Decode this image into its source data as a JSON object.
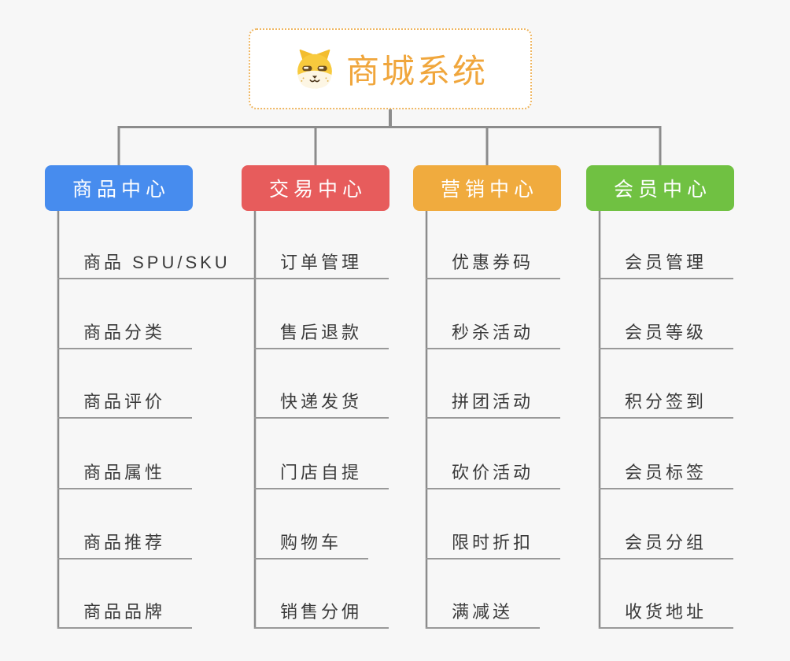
{
  "root": {
    "title": "商城系统",
    "icon": "dog-face-icon"
  },
  "branches": [
    {
      "label": "商品中心",
      "color": "#478cee",
      "children": [
        "商品 SPU/SKU",
        "商品分类",
        "商品评价",
        "商品属性",
        "商品推荐",
        "商品品牌"
      ]
    },
    {
      "label": "交易中心",
      "color": "#e75c5c",
      "children": [
        "订单管理",
        "售后退款",
        "快递发货",
        "门店自提",
        "购物车",
        "销售分佣"
      ]
    },
    {
      "label": "营销中心",
      "color": "#f0ab3e",
      "children": [
        "优惠券码",
        "秒杀活动",
        "拼团活动",
        "砍价活动",
        "限时折扣",
        "满减送"
      ]
    },
    {
      "label": "会员中心",
      "color": "#70c142",
      "children": [
        "会员管理",
        "会员等级",
        "积分签到",
        "会员标签",
        "会员分组",
        "收货地址"
      ]
    }
  ],
  "colors": {
    "background": "#f7f7f7",
    "root_background": "#ffffff",
    "root_border": "#efb763",
    "root_text": "#f0a63c",
    "branch_text": "#ffffff",
    "connector": "#8c8c8c",
    "leaf_line": "#999999",
    "leaf_text": "#3a3a3a"
  }
}
